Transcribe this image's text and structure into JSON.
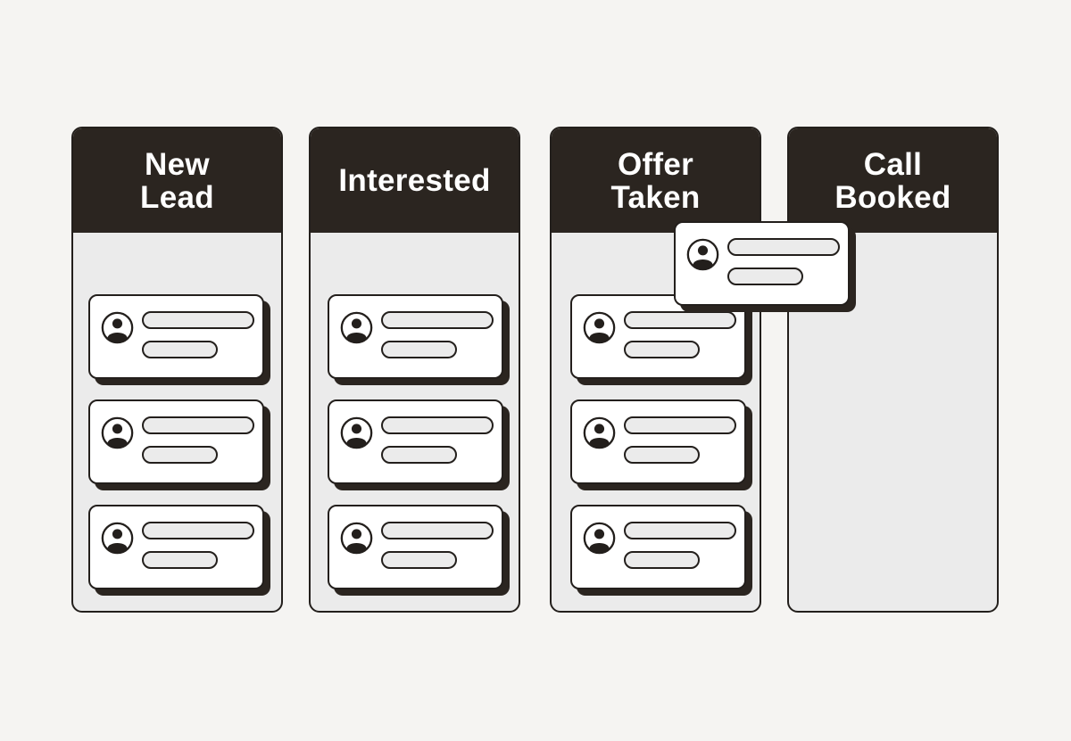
{
  "board": {
    "columns": [
      {
        "id": "new-lead",
        "title": "New\nLead",
        "cards": 3
      },
      {
        "id": "interested",
        "title": "Interested",
        "cards": 3
      },
      {
        "id": "offer-taken",
        "title": "Offer\nTaken",
        "cards": 3
      },
      {
        "id": "call-booked",
        "title": "Call\nBooked",
        "cards": 0
      }
    ],
    "dragging_card": {
      "from_column": "offer-taken",
      "to_column": "call-booked"
    }
  },
  "icons": {
    "avatar": "user-avatar-icon"
  },
  "colors": {
    "background": "#f5f4f2",
    "header": "#2b2520",
    "column_body": "#ebebeb",
    "card": "#ffffff",
    "outline": "#231f1c"
  }
}
